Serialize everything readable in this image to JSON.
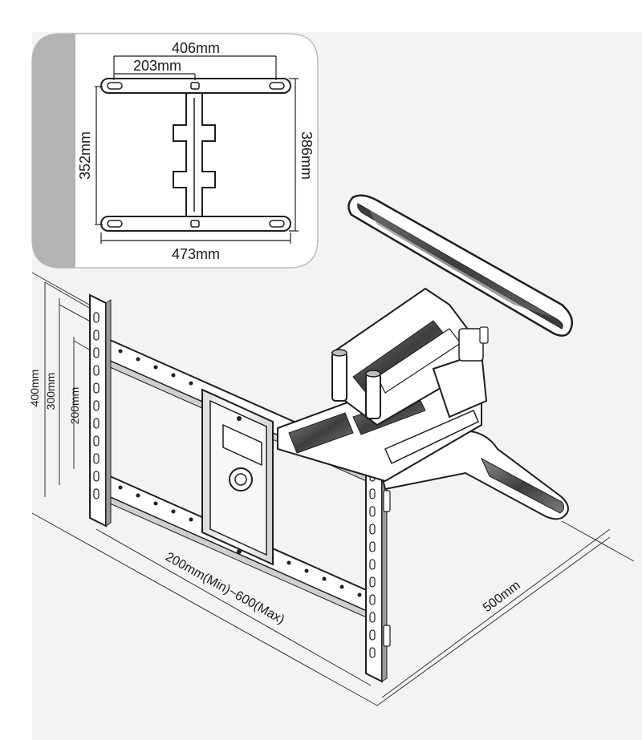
{
  "inset": {
    "dim_top_outer": "406mm",
    "dim_top_inner": "203mm",
    "dim_left": "352mm",
    "dim_right": "386mm",
    "dim_bottom": "473mm"
  },
  "mount": {
    "dim_height_outer": "400mm",
    "dim_height_middle": "300mm",
    "dim_height_inner": "200mm",
    "dim_width_range": "200mm(Min)~600(Max)",
    "dim_extension": "500mm"
  },
  "colors": {
    "line": "#1e1e1e",
    "panel_gray": "#b3b3b3",
    "arm_dark": "#5a5a5a",
    "background": "#f2f2f2"
  }
}
